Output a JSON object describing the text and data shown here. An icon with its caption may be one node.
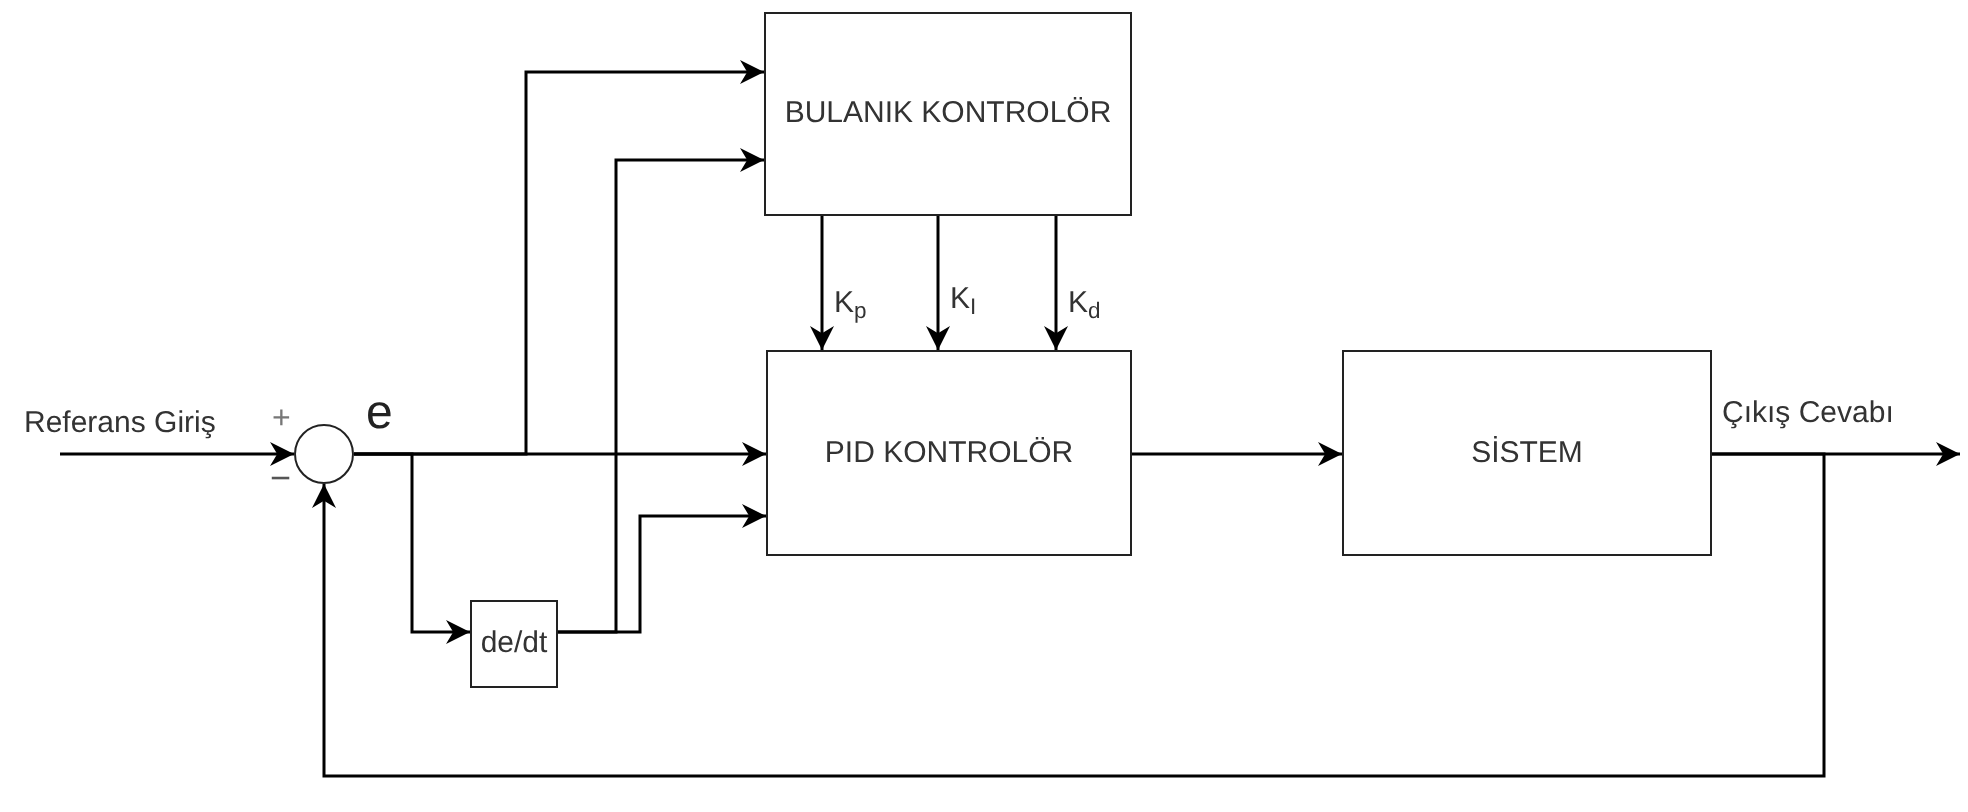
{
  "diagram": {
    "nodes": [
      {
        "text": [],
        "shape": "circle"
      },
      {
        "text": [
          "BULANIK KONTROLÖR"
        ]
      },
      {
        "text": [
          "PID KONTROLÖR"
        ]
      },
      {
        "text": [
          "SİSTEM"
        ]
      },
      {
        "text": [
          "de/dt"
        ]
      }
    ],
    "edges": [
      {
        "from": null,
        "to": 0,
        "arrow": "to",
        "label": "Referans Giriş"
      },
      {
        "from": 0,
        "to": 1,
        "arrow": "to"
      },
      {
        "from": 0,
        "to": 2,
        "arrow": "to"
      },
      {
        "from": 0,
        "to": 4,
        "arrow": "to"
      },
      {
        "from": 4,
        "to": 1,
        "arrow": "to"
      },
      {
        "from": 4,
        "to": 2,
        "arrow": "to"
      },
      {
        "from": 1,
        "to": 2,
        "arrow": "to",
        "label": "K$_{p}$"
      },
      {
        "from": 1,
        "to": 2,
        "arrow": "to",
        "label": "K$_{I}$"
      },
      {
        "from": 1,
        "to": 2,
        "arrow": "to",
        "label": "K$_{d}$"
      },
      {
        "from": 2,
        "to": 3,
        "arrow": "to"
      },
      {
        "from": 3,
        "to": null,
        "arrow": "to",
        "label": "Çıkış Cevabı"
      },
      {
        "from": 3,
        "to": 0,
        "arrow": "to"
      }
    ],
    "labels": [
      "+",
      "−",
      "e"
    ]
  }
}
